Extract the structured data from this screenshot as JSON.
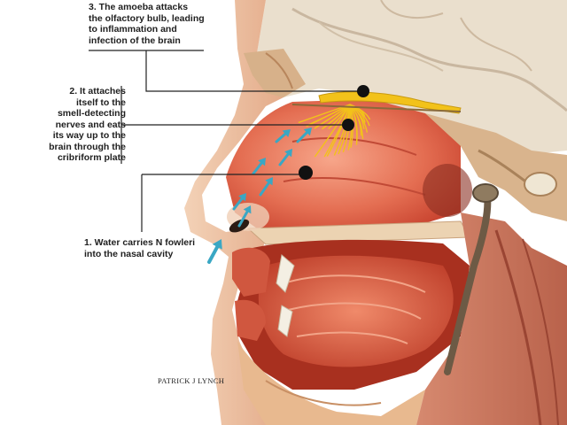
{
  "callouts": {
    "step1": "1. Water carries N fowleri\ninto the nasal cavity",
    "step2": "2. It attaches\nitself to the\nsmell-detecting\nnerves and eats\nits way up to the\nbrain through the\ncribriform plate",
    "step3": "3. The amoeba attacks\nthe olfactory bulb, leading\nto inflammation and\ninfection of the brain"
  },
  "credit": "PATRICK J LYNCH",
  "colors": {
    "marker": "#111111",
    "leader_line": "#222222",
    "arrow": "#3aa7c4",
    "olfactory_nerve": "#f2c21a",
    "tissue": "#d9573f",
    "skin": "#ecc0a0",
    "brain": "#efe3d2"
  }
}
